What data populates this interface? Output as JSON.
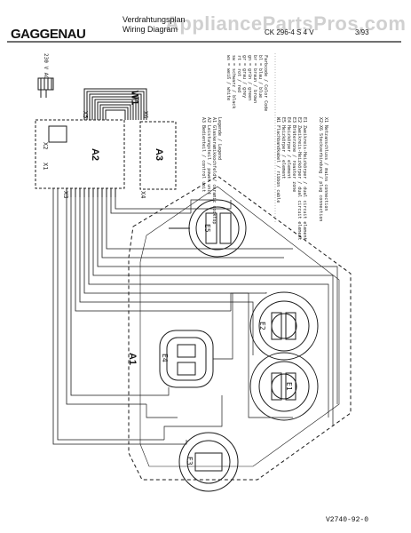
{
  "header": {
    "brand": "GAGGENAU",
    "title_line1": "Verdrahtungsplan",
    "title_line2": "Wiring Diagram",
    "model": "CK 296-4 S  4 V",
    "date": "3/93"
  },
  "footer": {
    "doc_number": "V2740-92-0"
  },
  "watermark": "AppliancePartsPros.com",
  "diagram": {
    "blocks": {
      "A1": "A1",
      "A2": "A2",
      "A3": "A3",
      "W1": "W1"
    },
    "connectors": {
      "X1": "X1",
      "X2": "X2",
      "X3": "X3",
      "X4": "X4",
      "X5": "X5",
      "X6": "X6"
    },
    "supply": "230 V AC",
    "elements": {
      "E1": "E1",
      "E2": "E2",
      "E3": "E3",
      "E4": "E4",
      "E5": "E5"
    }
  },
  "color_code": {
    "title": "Farbcode / Color Code",
    "items": [
      "bl = blau / blue",
      "br = braun / brown",
      "gn = grün / green",
      "gr = grau / grey",
      "rt = rot / red",
      "sw = schwarz / black",
      "ws = weiß / white"
    ]
  },
  "legend": {
    "title": "Legende / Legend",
    "items": [
      "A1  Glaskeramikkochfeld / ceramic cooktop",
      "A2  Leistungsteil / power unit",
      "A3  Bedienteil / control unit",
      "E1  Zweikreis-Heizkörper / dual circuit element",
      "E2  Zweikreis-Heizkörper / dual circuit element",
      "E3  Bräterzone / roaster zone",
      "E4  Heizkörper / element",
      "E5  Heizkörper / element",
      "W1  Flachbandkabel / ribbon cable",
      "X1  Netzanschluss / mains connection",
      "X2-X6  Steckverbindung / plug connection"
    ]
  }
}
